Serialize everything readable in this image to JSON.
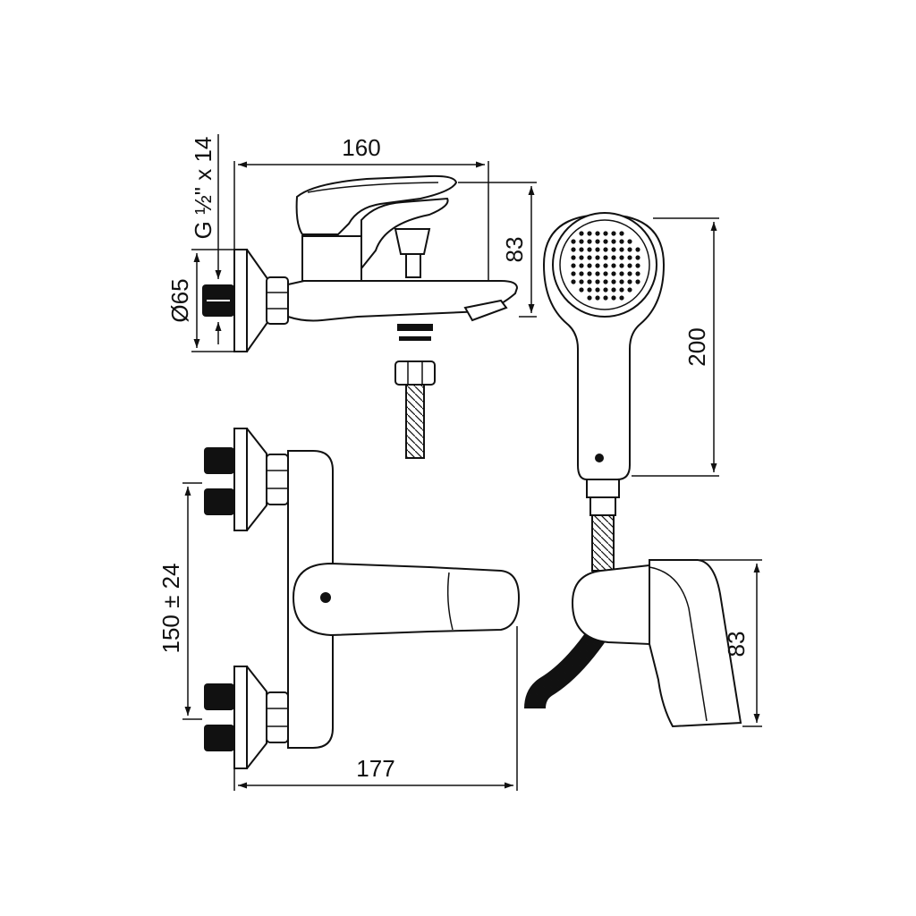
{
  "colors": {
    "line": "#111111",
    "background": "#ffffff"
  },
  "dimensions": {
    "side_width": "160",
    "side_height": "83",
    "thread": "G ½\" x 14",
    "flange_diameter": "Ø65",
    "hand_shower_length": "200",
    "centers": "150 ± 24",
    "front_width": "177",
    "holder_height": "83"
  },
  "views": {
    "side_view": "mixer-side-view",
    "front_view": "mixer-front-view",
    "hand_shower": "hand-shower",
    "holder": "shower-holder"
  }
}
